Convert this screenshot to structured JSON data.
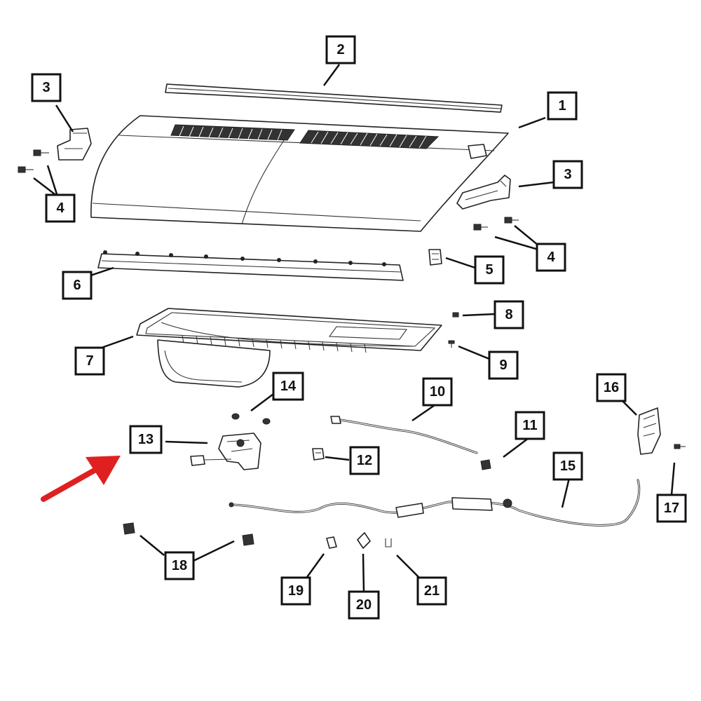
{
  "callouts": [
    {
      "id": "c2",
      "label": "2"
    },
    {
      "id": "c3a",
      "label": "3"
    },
    {
      "id": "c1",
      "label": "1"
    },
    {
      "id": "c3b",
      "label": "3"
    },
    {
      "id": "c4a",
      "label": "4"
    },
    {
      "id": "c4b",
      "label": "4"
    },
    {
      "id": "c5",
      "label": "5"
    },
    {
      "id": "c6",
      "label": "6"
    },
    {
      "id": "c7",
      "label": "7"
    },
    {
      "id": "c8",
      "label": "8"
    },
    {
      "id": "c9",
      "label": "9"
    },
    {
      "id": "c10",
      "label": "10"
    },
    {
      "id": "c11",
      "label": "11"
    },
    {
      "id": "c12",
      "label": "12"
    },
    {
      "id": "c13",
      "label": "13"
    },
    {
      "id": "c14",
      "label": "14"
    },
    {
      "id": "c15",
      "label": "15"
    },
    {
      "id": "c16",
      "label": "16"
    },
    {
      "id": "c17",
      "label": "17"
    },
    {
      "id": "c18",
      "label": "18"
    },
    {
      "id": "c19",
      "label": "19"
    },
    {
      "id": "c20",
      "label": "20"
    },
    {
      "id": "c21",
      "label": "21"
    }
  ],
  "colors": {
    "line": "#111111",
    "highlight_arrow": "#e02020",
    "background": "#ffffff"
  },
  "highlighted_part": "13",
  "icons": {
    "highlight_arrow": "red-arrow-icon"
  }
}
